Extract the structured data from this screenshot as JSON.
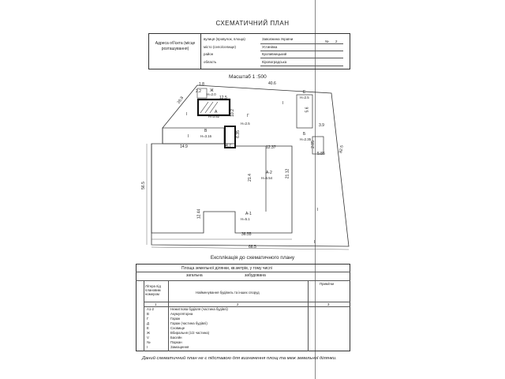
{
  "doc": {
    "title": "СХЕМАТИЧНИЙ ПЛАН",
    "scale": "Масштаб  1 :500",
    "address": {
      "label": "Адреса об'єкта (місце розташування)",
      "rows": [
        {
          "label": "вулиця (провулок, площа)",
          "value": "Заволжина України",
          "extra_label": "№",
          "extra_value": "2"
        },
        {
          "label": "місто (село/селище)",
          "value": "Устинівка"
        },
        {
          "label": "район",
          "value": "Кропивницький"
        },
        {
          "label": "область",
          "value": "Кіровоградська"
        }
      ]
    },
    "plan": {
      "dims": {
        "d1_8": "1.8",
        "d2_2": "2.2",
        "d26_8": "26.8",
        "d40_6": "40.6",
        "d12_5": "12.5",
        "d10_2": "10.2",
        "d14_9": "14.9",
        "d4_7": "4.7",
        "d6_35": "6.35",
        "d12_37": "12.37",
        "d21_4": "21.4",
        "d21_12": "21.12",
        "d12_44": "12.44",
        "d36_55": "36.55",
        "d66_5": "66.5",
        "d56_5": "56.5",
        "d82_5": "82.5",
        "d5_6": "5.6",
        "d3_9": "3.9",
        "d5_85": "5.85",
        "d2_05": "2.05"
      },
      "buildings": {
        "zh": "Ж",
        "zh_h": "H=2.0",
        "a": "А",
        "a_h": "H=3.52",
        "g": "Г",
        "g_h": "H=2.5",
        "v": "В",
        "v_h": "H=3.16",
        "e": "Е",
        "e_h": "H=2.5",
        "b": "Б",
        "b_h": "H=2.35",
        "a2": "А-2",
        "a2_h": "H=6.54",
        "a1": "А-1",
        "a1_h": "H=5.1"
      },
      "marks": [
        "І",
        "І",
        "І",
        "І",
        "І"
      ]
    },
    "explication": {
      "title": "Експлікація до схематичного плану",
      "area_label": "Площа земельної ділянки, кв.метрів, у тому числі",
      "sub_total": "загальна",
      "sub_built": "забудована",
      "col_letter": "Літера під плановим номером",
      "col_name": "Найменування будівель та інших споруд",
      "col_note": "Примітки",
      "col_nums": [
        "1",
        "2",
        "3"
      ],
      "rows": [
        {
          "letter": "А1-2",
          "name": "Нежитлова будівля (частина будівлі)"
        },
        {
          "letter": "В",
          "name": "Акумуляторна"
        },
        {
          "letter": "Г",
          "name": "Гараж"
        },
        {
          "letter": "Д",
          "name": "Гараж (частина будівлі)"
        },
        {
          "letter": "Е",
          "name": "Сховище"
        },
        {
          "letter": "Ж",
          "name": "Вбиральня (1/2 частина)"
        },
        {
          "letter": "V",
          "name": "Басейн"
        },
        {
          "letter": "№",
          "name": "Паркан"
        },
        {
          "letter": "І",
          "name": "Замощення"
        }
      ]
    },
    "note": "Даний схематичний план не є підставою для визначення площ та меж земельної ділянки."
  }
}
